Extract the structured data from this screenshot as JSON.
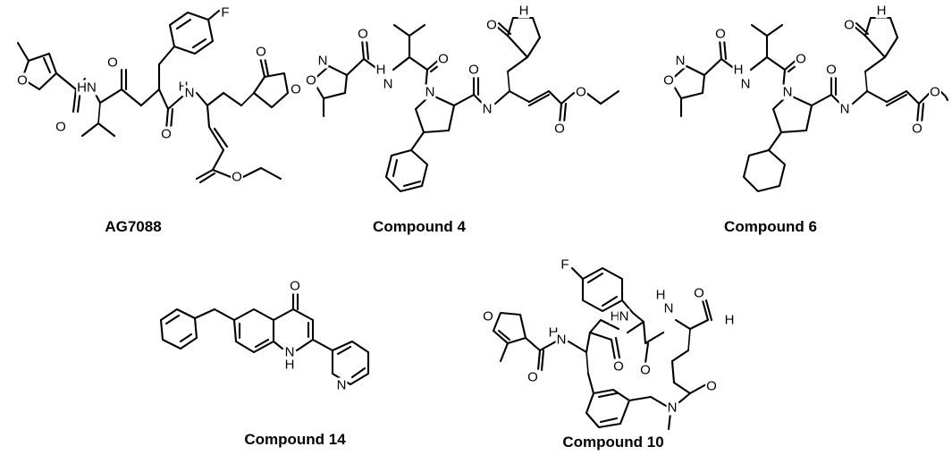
{
  "figure": {
    "compounds": [
      {
        "id": "ag7088",
        "label": "AG7088",
        "atoms": [
          "O",
          "HN",
          "O",
          "F",
          "H",
          "N",
          "O",
          "O",
          "O",
          "O",
          "O"
        ]
      },
      {
        "id": "compound-4",
        "label": "Compound 4",
        "atoms": [
          "N",
          "O",
          "O",
          "H",
          "N",
          "O",
          "O",
          "N",
          "O",
          "H",
          "N",
          "O",
          "O"
        ]
      },
      {
        "id": "compound-6",
        "label": "Compound 6",
        "atoms": [
          "N",
          "O",
          "O",
          "H",
          "N",
          "O",
          "O",
          "N",
          "O",
          "H",
          "N",
          "O",
          "O"
        ]
      },
      {
        "id": "compound-14",
        "label": "Compound 14",
        "atoms": [
          "O",
          "N",
          "H",
          "N"
        ]
      },
      {
        "id": "compound-10",
        "label": "Compound 10",
        "atoms": [
          "F",
          "O",
          "H",
          "N",
          "O",
          "H",
          "N",
          "O",
          "H",
          "O",
          "H",
          "N",
          "O",
          "O",
          "N"
        ]
      }
    ]
  }
}
